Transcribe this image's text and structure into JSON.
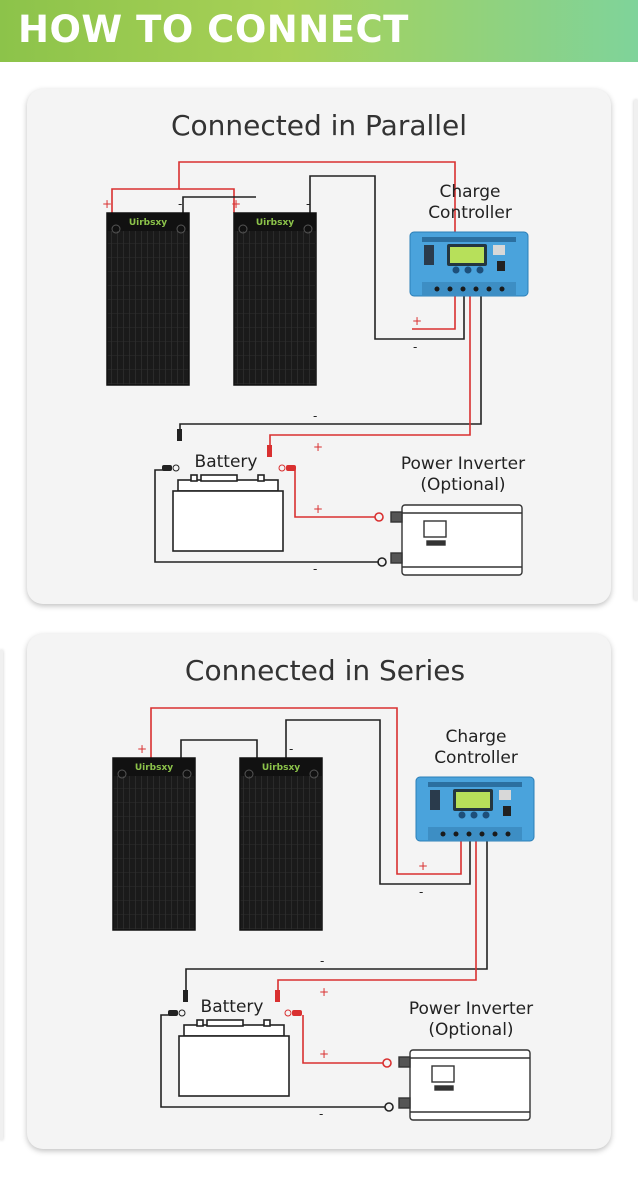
{
  "header": {
    "title": "HOW TO CONNECT"
  },
  "panel_brand": "Uirbsxy",
  "diagram_parallel": {
    "title": "Connected in Parallel",
    "controller_label_line1": "Charge",
    "controller_label_line2": "Controller",
    "battery_label": "Battery",
    "inverter_label_line1": "Power Inverter",
    "inverter_label_line2": "(Optional)",
    "plus": "+",
    "minus": "-"
  },
  "diagram_series": {
    "title": "Connected in Series",
    "controller_label_line1": "Charge",
    "controller_label_line2": "Controller",
    "battery_label": "Battery",
    "inverter_label_line1": "Power Inverter",
    "inverter_label_line2": "(Optional)",
    "plus": "+",
    "minus": "-"
  },
  "colors": {
    "header_start": "#8cc34a",
    "header_end": "#7fd39a",
    "positive_wire": "#d93030",
    "negative_wire": "#222222",
    "controller_body": "#4aa3dc",
    "panel": "#1c1c1c"
  }
}
